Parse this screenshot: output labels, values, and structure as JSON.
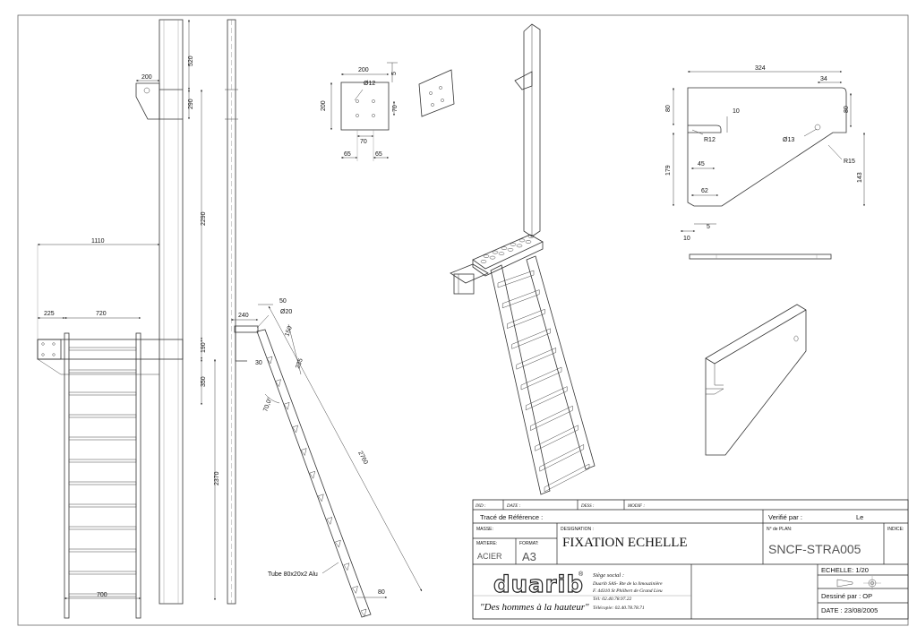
{
  "dims": {
    "d520": "520",
    "d200a": "200",
    "d290": "290",
    "d2290": "2290",
    "d1110": "1110",
    "d225": "225",
    "d720": "720",
    "d190": "190",
    "d350": "350",
    "d2370": "2370",
    "d700": "700",
    "d240": "240",
    "d50": "50",
    "d020": "Ø20",
    "d30": "30",
    "d150": "150",
    "d235": "235",
    "d700deg": "70,0°",
    "d2760": "2760",
    "tube": "Tube 80x20x2 Alu",
    "d80": "80"
  },
  "plate": {
    "w": "200",
    "h": "200",
    "hole": "Ø12",
    "d5": "5",
    "d70v": "70",
    "d70h": "70",
    "d65a": "65",
    "d65b": "65"
  },
  "bracket": {
    "d324": "324",
    "d34": "34",
    "d80l": "80",
    "d10a": "10",
    "d80r": "80",
    "r12": "R12",
    "d13": "Ø13",
    "d45": "45",
    "r15": "R15",
    "d179": "179",
    "d143": "143",
    "d62": "62",
    "d10b": "10",
    "d5b": "5"
  },
  "title_block": {
    "ind": "IND :",
    "date": "DATE :",
    "dess": "DESS :",
    "modif": "MODIF :",
    "trace": "Tracé de Référence :",
    "verifie": "Verifié par :",
    "le": "Le",
    "masse": "MASSE:",
    "designation_label": "DESIGNATION :",
    "designation": "FIXATION ECHELLE",
    "plan_label": "N° de PLAN:",
    "plan": "SNCF-STRA005",
    "indice": "INDICE:",
    "matiere_label": "MATIERE:",
    "matiere": "ACIER",
    "format_label": "FORMAT:",
    "format": "A3",
    "logo": "duarib",
    "reg": "®",
    "slogan": "\"Des hommes à la hauteur\"",
    "siege": "Siège social :",
    "addr1": "Duarib SAS- Rte de la limouzinière",
    "addr2": "F. 44310 St Philbert de Grand Lieu",
    "tel": "Tél: 02.40.78.97.22",
    "fax": "Télécopie: 02.40.78.78.71",
    "echelle": "ECHELLE: 1/20",
    "dessine": "Dessiné par : OP",
    "date_value": "DATE : 23/08/2005"
  }
}
